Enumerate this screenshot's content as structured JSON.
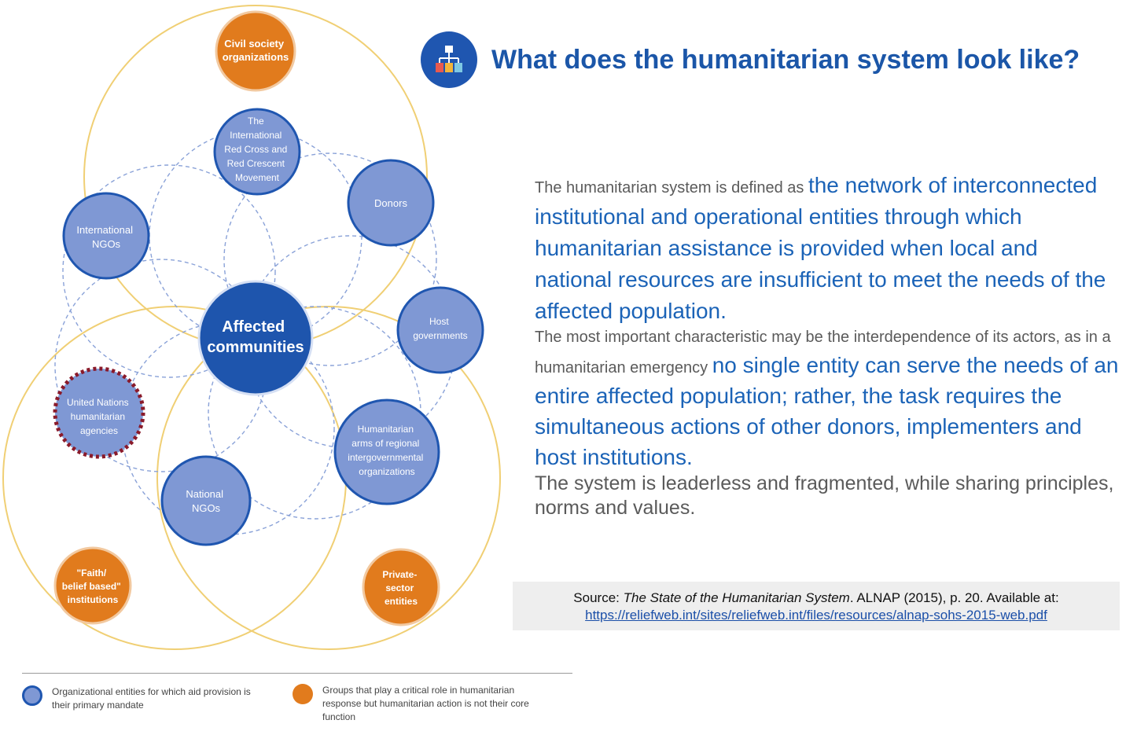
{
  "colors": {
    "blue_node": "#7f98d4",
    "blue_border": "#1f56b0",
    "center": "#1e55ad",
    "orange": "#e17b1d",
    "ring_gold": "#f0cf74",
    "title": "#1b56a8",
    "text_blue": "#1b63b7"
  },
  "header": {
    "logo_icon": "network-org-icon",
    "title": "What does the humanitarian system look like?"
  },
  "diagram": {
    "center": [
      "Affected",
      "communities"
    ],
    "civil_society": [
      "Civil society",
      "organizations"
    ],
    "red_cross": [
      "The",
      "International",
      "Red Cross and",
      "Red Crescent",
      "Movement"
    ],
    "donors": [
      "Donors"
    ],
    "intl_ngos": [
      "International",
      "NGOs"
    ],
    "host_gov": [
      "Host",
      "governments"
    ],
    "un_agencies": [
      "United Nations",
      "humanitarian",
      "agencies"
    ],
    "regional_orgs": [
      "Humanitarian",
      "arms of regional",
      "intergovernmental",
      "organizations"
    ],
    "national_ngos": [
      "National",
      "NGOs"
    ],
    "faith": [
      "\"Faith/",
      "belief based\"",
      "institutions"
    ],
    "private": [
      "Private-",
      "sector",
      "entities"
    ]
  },
  "text": {
    "p1_gray": "The humanitarian system is defined as ",
    "p1_blue": "the network of interconnected institutional and operational entities through which humanitarian assistance is provided when local and national resources are insufficient to meet the needs of the affected population.",
    "p2_gray": "The most important characteristic may be the interdependence of its actors, as in a humanitarian emergency ",
    "p2_blue": "no single entity can serve the needs of an entire affected population; rather, the task requires the simultaneous actions of other donors, implementers and host institutions.",
    "p3": "The system is leaderless and fragmented, while sharing principles, norms and values."
  },
  "source": {
    "prefix": "Source: ",
    "title": "The State of the Humanitarian System",
    "suffix": ". ALNAP (2015), p. 20. Available at:",
    "url": "https://reliefweb.int/sites/reliefweb.int/files/resources/alnap-sohs-2015-web.pdf"
  },
  "legend": {
    "blue": "Organizational entities for which aid provision is their primary mandate",
    "orange": "Groups that play a critical role in humanitarian response but humanitarian action is not their core function"
  }
}
